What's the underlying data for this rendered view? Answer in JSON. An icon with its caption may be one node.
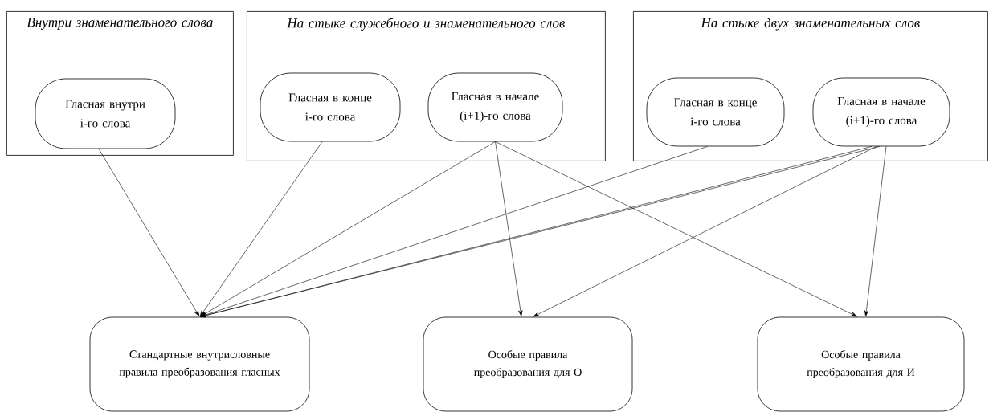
{
  "diagram": {
    "nodes": [
      {
        "text": [
          "Внутри знаменательного слова"
        ]
      },
      {
        "text": [
          "Гласная внутри i-го слова"
        ],
        "in": 0
      },
      {
        "text": [
          "На стыке служебного и знаменательного слов"
        ]
      },
      {
        "text": [
          "Гласная в конце i-го слова"
        ],
        "in": 2
      },
      {
        "text": [
          "Гласная в начале (i+1)-го слова"
        ],
        "in": 2
      },
      {
        "text": [
          "На стыке двух знаменательных слов"
        ]
      },
      {
        "text": [
          "Гласная в конце i-го слова"
        ],
        "in": 5
      },
      {
        "text": [
          "Гласная в начале (i+1)-го слова"
        ],
        "in": 5
      },
      {
        "text": [
          "Стандартные внутрисловные правила преобразования гласных"
        ]
      },
      {
        "text": [
          "Особые правила преобразования для О"
        ]
      },
      {
        "text": [
          "Особые правила преобразования для И"
        ]
      }
    ],
    "edges": [
      {
        "from": 1,
        "to": 8,
        "arrow": "to"
      },
      {
        "from": 3,
        "to": 8,
        "arrow": "to"
      },
      {
        "from": 4,
        "to": 8,
        "arrow": "to"
      },
      {
        "from": 4,
        "to": 9,
        "arrow": "to"
      },
      {
        "from": 4,
        "to": 10,
        "arrow": "to"
      },
      {
        "from": 6,
        "to": 8,
        "arrow": "to"
      },
      {
        "from": 7,
        "to": 8,
        "arrow": "to"
      },
      {
        "from": 7,
        "to": 8,
        "arrow": "to"
      },
      {
        "from": 7,
        "to": 9,
        "arrow": "to"
      },
      {
        "from": 7,
        "to": 10,
        "arrow": "to"
      }
    ]
  }
}
